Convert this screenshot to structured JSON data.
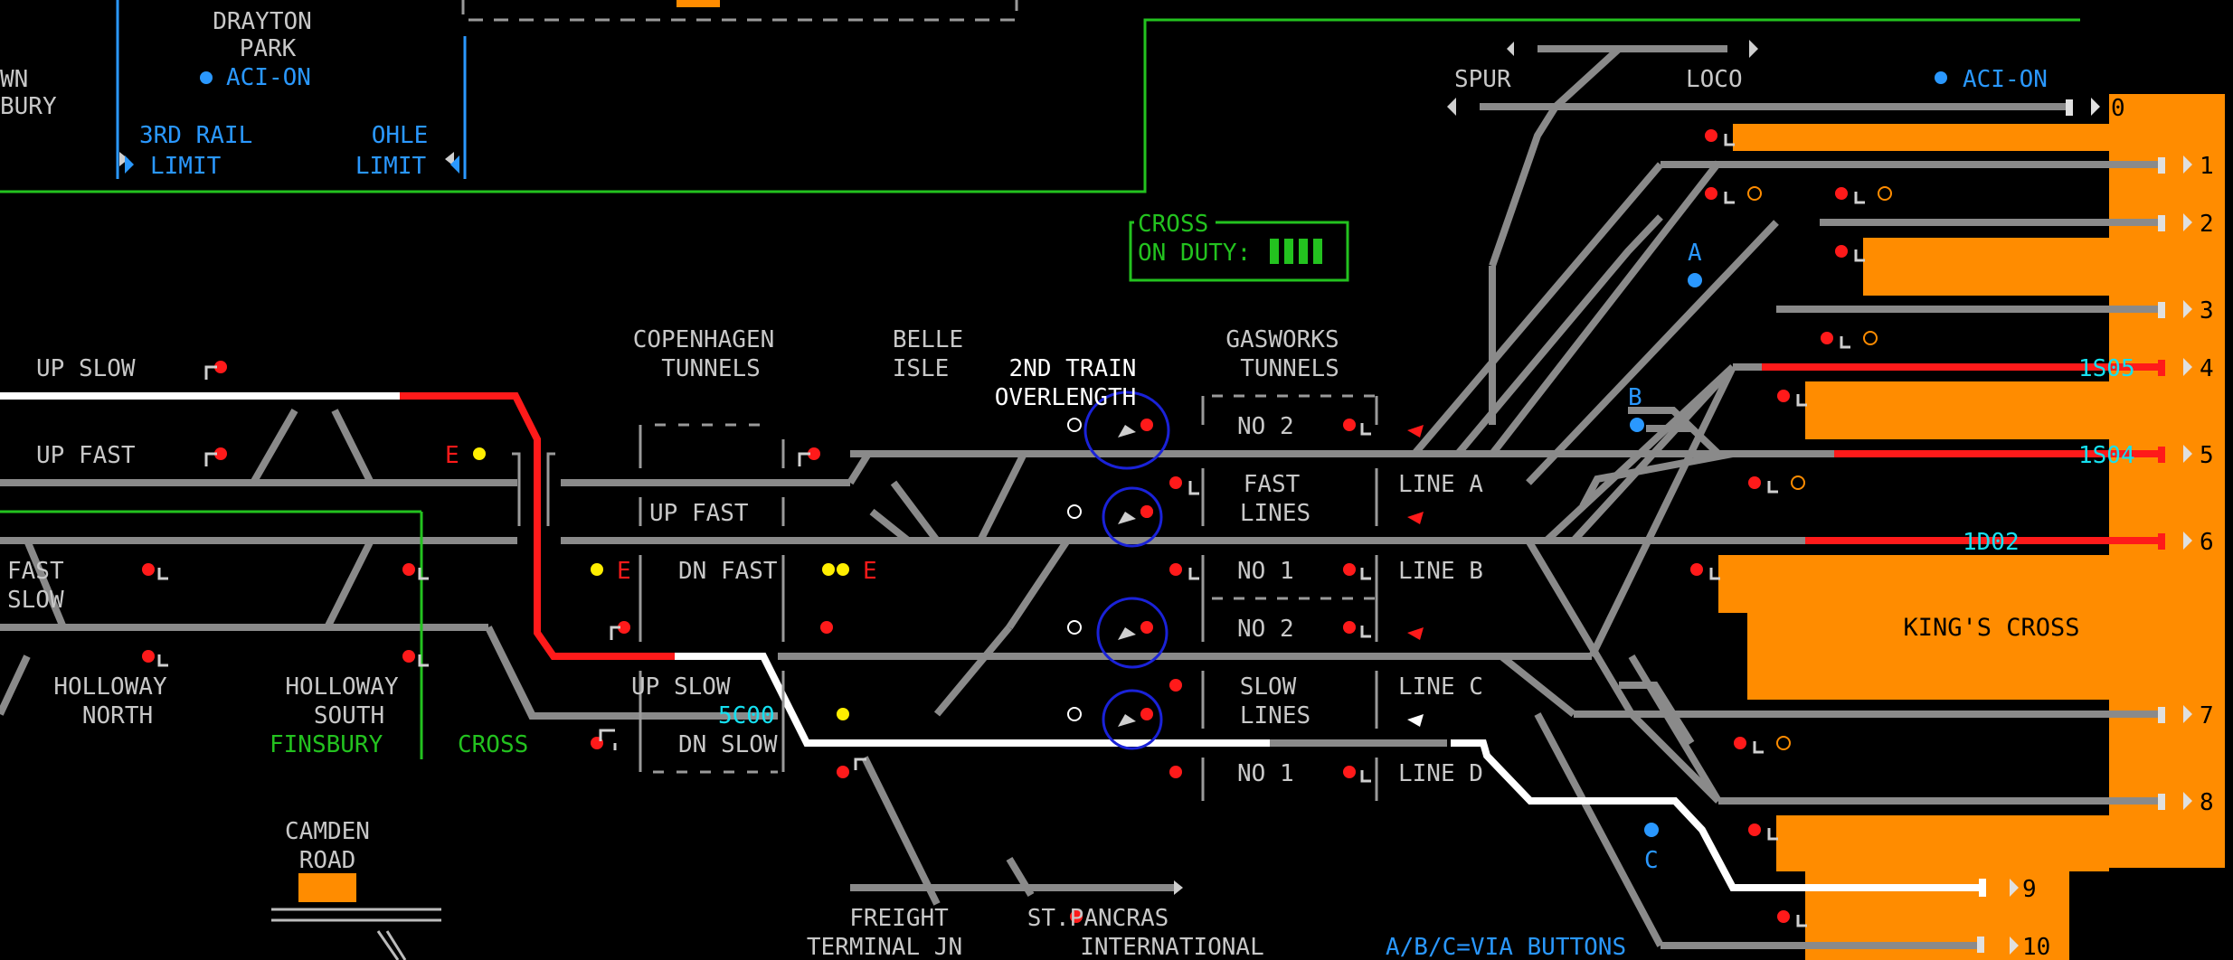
{
  "colors": {
    "background": "#000000",
    "track": "#8a8a8a",
    "route_set": "#ffffff",
    "occupied": "#ff1a1a",
    "platform": "#ff8c00",
    "label": "#c8c8c8",
    "status_blue": "#2a98ff",
    "panel_green": "#23c21f",
    "berth_cyan": "#15e0f0",
    "circle_annotation": "#1a22d8"
  },
  "locations": {
    "drayton_park_1": "DRAYTON",
    "drayton_park_2": "PARK",
    "holloway_north_1": "HOLLOWAY",
    "holloway_north_2": "NORTH",
    "holloway_south_1": "HOLLOWAY",
    "holloway_south_2": "SOUTH",
    "copenhagen_1": "COPENHAGEN",
    "copenhagen_2": "TUNNELS",
    "belle_isle_1": "BELLE",
    "belle_isle_2": "ISLE",
    "gasworks_1": "GASWORKS",
    "gasworks_2": "TUNNELS",
    "camden_road_1": "CAMDEN",
    "camden_road_2": "ROAD",
    "freight_terminal_1": "FREIGHT",
    "freight_terminal_2": "TERMINAL JN",
    "st_pancras_1": "ST.PANCRAS",
    "st_pancras_2": "INTERNATIONAL",
    "kings_cross": "KING'S CROSS",
    "left_edge_1": "WN",
    "left_edge_2": "BURY",
    "spur": "SPUR",
    "loco": "LOCO"
  },
  "lines": {
    "up_slow_left": "UP SLOW",
    "up_fast_left": "UP FAST",
    "fast_left": "FAST",
    "slow_left": "SLOW",
    "up_fast_mid": "UP FAST",
    "dn_fast_mid": "DN FAST",
    "up_slow_mid": "UP SLOW",
    "dn_slow_mid": "DN SLOW",
    "finsbury": "FINSBURY",
    "cross": "CROSS",
    "no2_a": "NO 2",
    "no1_a": "NO 1",
    "no2_b": "NO 2",
    "no1_b": "NO 1",
    "fast_lines_1": "FAST",
    "fast_lines_2": "LINES",
    "slow_lines_1": "SLOW",
    "slow_lines_2": "LINES",
    "line_a": "LINE A",
    "line_b": "LINE B",
    "line_c": "LINE C",
    "line_d": "LINE D"
  },
  "status": {
    "aci_on_left": "ACI-ON",
    "aci_on_right": "ACI-ON",
    "rail_limit_1": "3RD RAIL",
    "rail_limit_2": "LIMIT",
    "ohle_limit_1": "OHLE",
    "ohle_limit_2": "LIMIT",
    "cross_panel_title": "CROSS",
    "on_duty_label": "ON DUTY:",
    "on_duty_blocks": 4,
    "second_train_1": "2ND TRAIN",
    "second_train_2": "OVERLENGTH",
    "via_buttons": "A/B/C=VIA BUTTONS",
    "via_a": "A",
    "via_b": "B",
    "via_c": "C",
    "e_marker": "E"
  },
  "berths": {
    "p4": "1S05",
    "p5": "1S04",
    "p6": "1D02",
    "up_slow": "5C00"
  },
  "platforms": [
    "0",
    "1",
    "2",
    "3",
    "4",
    "5",
    "6",
    "7",
    "8",
    "9",
    "10"
  ]
}
